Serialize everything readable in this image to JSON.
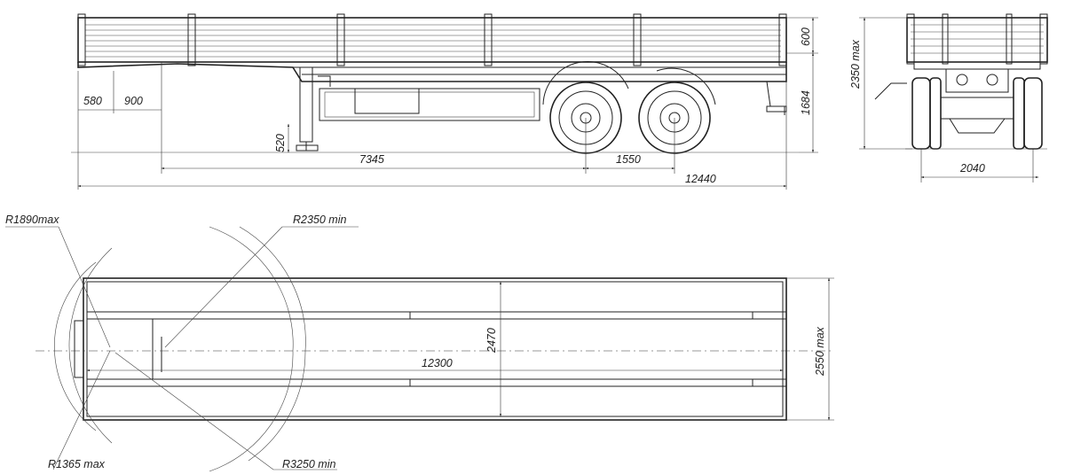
{
  "side_view": {
    "dim_580": "580",
    "dim_900": "900",
    "dim_520": "520",
    "dim_7345": "7345",
    "dim_1550": "1550",
    "dim_12440": "12440",
    "dim_600": "600",
    "dim_1684": "1684"
  },
  "rear_view": {
    "dim_2350max": "2350 max",
    "dim_2040": "2040"
  },
  "top_view": {
    "r1890max": "R1890max",
    "r2350min": "R2350 min",
    "r1365max": "R1365 max",
    "r3250min": "R3250 min",
    "dim_12300": "12300",
    "dim_2470": "2470",
    "dim_2550max": "2550 max"
  }
}
